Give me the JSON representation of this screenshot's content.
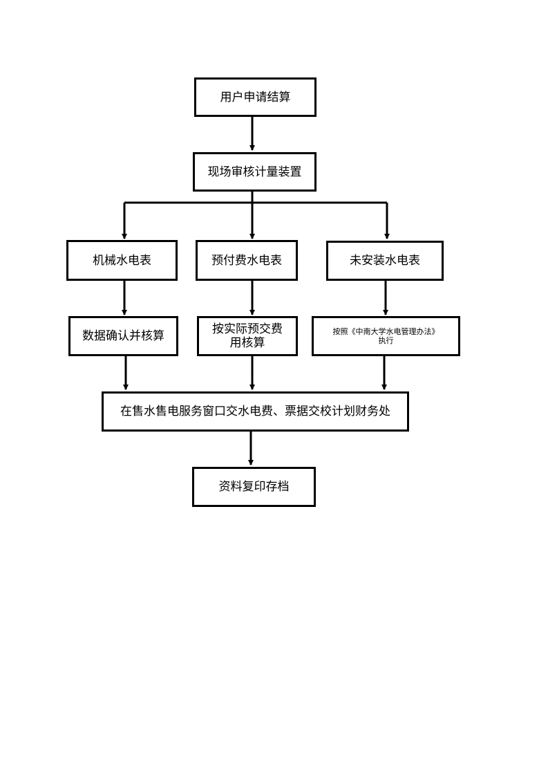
{
  "nodes": {
    "apply": {
      "label": "用户申请结算"
    },
    "inspect": {
      "label": "现场审核计量装置"
    },
    "mech": {
      "label": "机械水电表"
    },
    "prepaid": {
      "label": "预付费水电表"
    },
    "none": {
      "label": "未安装水电表"
    },
    "confirm": {
      "label": "数据确认并核算"
    },
    "actual": {
      "label": "按实际预交费用核算"
    },
    "rule": {
      "line1": "按照《中南大学水电管理办法》",
      "line2": "执行"
    },
    "pay": {
      "label": "在售水售电服务窗口交水电费、票据交校计划财务处"
    },
    "archive": {
      "label": "资料复印存档"
    }
  },
  "colors": {
    "stroke": "#000000",
    "background": "#ffffff"
  }
}
